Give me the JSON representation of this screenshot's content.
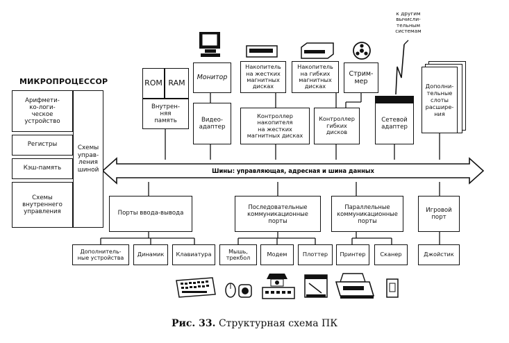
{
  "processor": {
    "title": "МИКРОПРОЦЕССОР",
    "alu": "Арифмети-\nко-логи-\nческое\nустройство",
    "registers": "Регистры",
    "cache": "Кэш-память",
    "internal_control": "Схемы\nвнутреннего\nуправления",
    "bus_control": "Схемы\nуправ-\nления\nшиной"
  },
  "memory": {
    "rom": "ROM",
    "ram": "RAM",
    "internal": "Внутрен-\nняя\nпамять"
  },
  "top_devices": {
    "monitor": "Монитор",
    "video_adapter": "Видео-\nадаптер",
    "hdd": "Накопитель\nна жестких\nмагнитных\nдисках",
    "hdd_controller": "Контроллер\nнакопителя\nна жестких\nмагнитных дисках",
    "fdd": "Накопитель\nна гибких\nмагнитных\nдисках",
    "fdd_controller": "Контроллер\nгибких\nдисков",
    "streamer": "Стрим-\nмер",
    "network_adapter": "Сетевой\nадаптер",
    "other_systems": "к другим\nвычисли-\nтельным\nсистемам",
    "expansion_slots": "Дополни-\nтельные\nслоты\nрасшире-\nния"
  },
  "bus": {
    "label": "Шины: управляющая, адресная и шина данных"
  },
  "ports": {
    "io": "Порты ввода-вывода",
    "serial": "Последовательные\nкоммуникационные\nпорты",
    "parallel": "Параллельные\nкоммуникационные\nпорты",
    "game": "Игровой\nпорт"
  },
  "peripherals": {
    "extra_devices": "Дополнитель-\nные устройства",
    "speaker": "Динамик",
    "keyboard": "Клавиатура",
    "mouse": "Мышь,\nтрекбол",
    "modem": "Модем",
    "plotter": "Плоттер",
    "printer": "Принтер",
    "scanner": "Сканер",
    "joystick": "Джойстик"
  },
  "caption": {
    "number": "Рис. 33.",
    "text": " Структурная схема ПК"
  },
  "icons": [
    "monitor-icon",
    "hdd-icon",
    "fdd-icon",
    "streamer-reel-icon",
    "antenna-icon",
    "keyboard-icon",
    "mouse-icon",
    "modem-phone-icon",
    "plotter-icon",
    "printer-icon",
    "joystick-icon"
  ]
}
